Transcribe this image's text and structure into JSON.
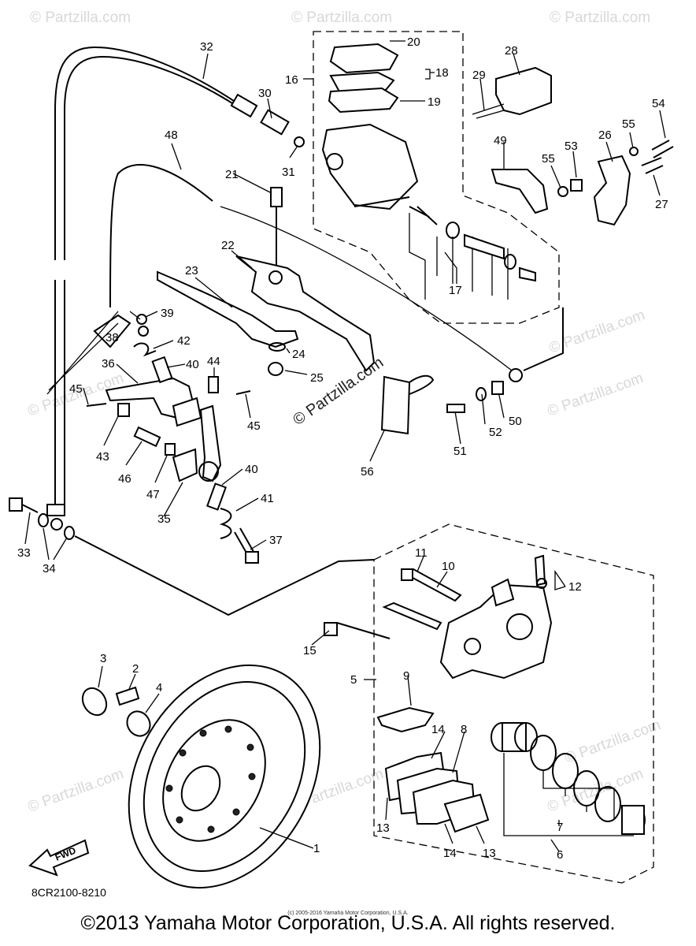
{
  "watermarks": [
    "© Partzilla.com",
    "© Partzilla.com",
    "© Partzilla.com",
    "© Partzilla.com",
    "© Partzilla.com",
    "© Partzilla.com",
    "© Partzilla.com",
    "© Partzilla.com",
    "© Partzilla.com",
    "© Partzilla.com"
  ],
  "center_watermark": "© Partzilla.com",
  "callouts": [
    "1",
    "2",
    "3",
    "4",
    "5",
    "6",
    "7",
    "8",
    "9",
    "10",
    "11",
    "12",
    "13",
    "13",
    "14",
    "14",
    "15",
    "16",
    "17",
    "18",
    "19",
    "20",
    "21",
    "22",
    "23",
    "24",
    "25",
    "26",
    "27",
    "28",
    "29",
    "30",
    "31",
    "32",
    "33",
    "34",
    "35",
    "36",
    "37",
    "38",
    "39",
    "40",
    "40",
    "41",
    "42",
    "43",
    "44",
    "45",
    "45",
    "46",
    "47",
    "48",
    "49",
    "50",
    "51",
    "52",
    "53",
    "54",
    "55",
    "55",
    "56"
  ],
  "fwd_label": "FWD",
  "diagram_code": "8CR2100-8210",
  "footer_small": "(c) 2005-2016 Yamaha Motor Corporation, U.S.A.",
  "copyright": "©2013 Yamaha Motor Corporation, U.S.A. All rights reserved."
}
